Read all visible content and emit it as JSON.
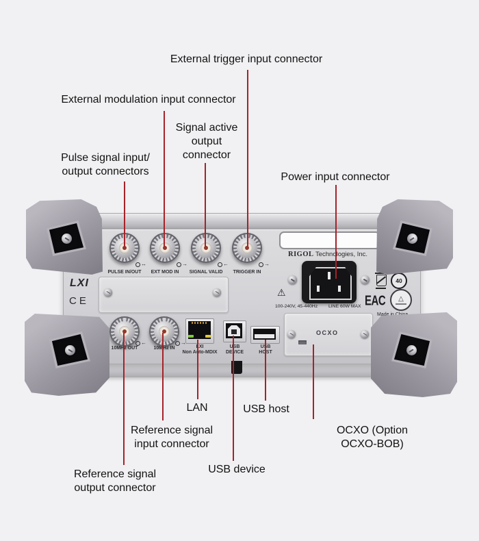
{
  "colors": {
    "background": "#f1f1f3",
    "callout_line": "#a52228",
    "panel": "#d6d6da",
    "bumper": "#9c99a2",
    "led_green": "#7ec93f",
    "led_yellow": "#e0c93e"
  },
  "callouts": {
    "top": [
      {
        "id": "pulse",
        "label": "Pulse signal input/\noutput connectors"
      },
      {
        "id": "ext_mod",
        "label": "External modulation input connector"
      },
      {
        "id": "signal_active",
        "label": "Signal active\noutput\nconnector"
      },
      {
        "id": "trigger",
        "label": "External trigger input connector"
      },
      {
        "id": "power",
        "label": "Power input connector"
      }
    ],
    "bottom": [
      {
        "id": "ref_out",
        "label": "Reference signal\noutput connector"
      },
      {
        "id": "ref_in",
        "label": "Reference signal\ninput connector"
      },
      {
        "id": "lan",
        "label": "LAN"
      },
      {
        "id": "usb_device",
        "label": "USB device"
      },
      {
        "id": "usb_host",
        "label": "USB host"
      },
      {
        "id": "ocxo",
        "label": "OCXO (Option OCXO-BOB)"
      }
    ]
  },
  "device": {
    "bnc_connectors": [
      {
        "label": "PULSE IN/OUT",
        "direction_icon": "↔"
      },
      {
        "label": "EXT MOD IN",
        "direction_icon": "→"
      },
      {
        "label": "SIGNAL VALID",
        "direction_icon": "←"
      },
      {
        "label": "TRIGGER IN",
        "direction_icon": "→"
      },
      {
        "label": "10MHz OUT",
        "direction_icon": "←"
      },
      {
        "label": "10MHz IN",
        "direction_icon": "→"
      }
    ],
    "ports": {
      "lan_label": "LXI\nNon Auto-MDIX",
      "usb_device_label": "USB\nDEVICE",
      "usb_host_label": "USB\nHOST"
    },
    "markings": {
      "lxi_logo": "LXI",
      "ce_mark": "CE",
      "brand_bold": "RIGOL",
      "brand_rest": "Technologies, Inc.",
      "power_rating": "100-240V, 45-440Hz",
      "power_line": "LINE 60W MAX",
      "eac_logo": "EAC",
      "efup_number": "40",
      "made_in": "Made in China",
      "ocxo_plate": "OCXO",
      "warning_icon": "⚠",
      "cert_triangle": "△"
    }
  }
}
